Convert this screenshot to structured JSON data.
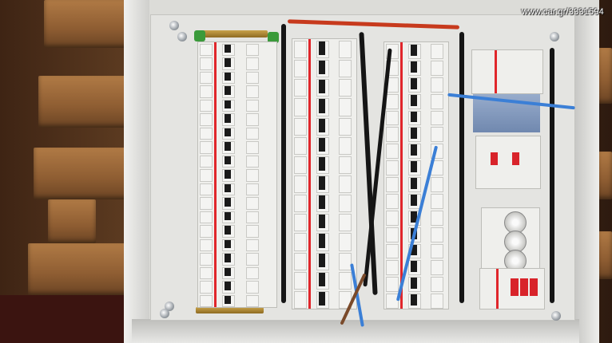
{
  "image": {
    "subject": "Electrical distribution panel with circuit breakers",
    "watermark": "www.car.gr/3331594"
  },
  "colors": {
    "enclosure": "#dcdcd8",
    "breaker_red_stripe": "#e0262b",
    "toggle_black": "#1a1a1a",
    "busbar_brass": "#c8a24a",
    "wood": "#b07a45",
    "wire_blue": "#3b7fd6",
    "wire_red": "#c73a1d",
    "wire_black": "#151515"
  },
  "panel": {
    "columns": [
      {
        "id": "left-breaker-column",
        "rows": 19
      },
      {
        "id": "center-left-breaker-column",
        "rows": 14
      },
      {
        "id": "center-right-breaker-column",
        "rows": 16
      },
      {
        "id": "right-device-column",
        "modules": [
          "contactor",
          "terminal-block",
          "relay",
          "rotary-timers",
          "3-pole-breaker"
        ]
      }
    ]
  }
}
